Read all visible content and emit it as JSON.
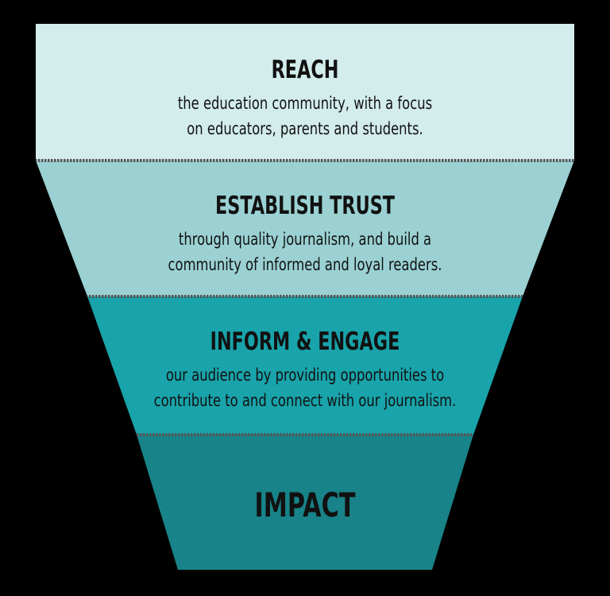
{
  "diagram": {
    "type": "funnel",
    "colors": {
      "background": "#000000",
      "stage1": "#d3ecec",
      "stage2": "#9bd1d3",
      "stage3": "#19a3aa",
      "stage4": "#188388",
      "separator": "#555555",
      "text": "#111111"
    },
    "stages": [
      {
        "title": "REACH",
        "lines": [
          "the education community, with a focus",
          "on educators, parents and students."
        ]
      },
      {
        "title": "ESTABLISH TRUST",
        "lines": [
          "through quality journalism, and build a",
          "community of informed and loyal readers."
        ]
      },
      {
        "title": "INFORM & ENGAGE",
        "lines": [
          "our audience by providing opportunities to",
          "contribute to and connect with our journalism."
        ]
      },
      {
        "title": "IMPACT",
        "lines": []
      }
    ]
  }
}
